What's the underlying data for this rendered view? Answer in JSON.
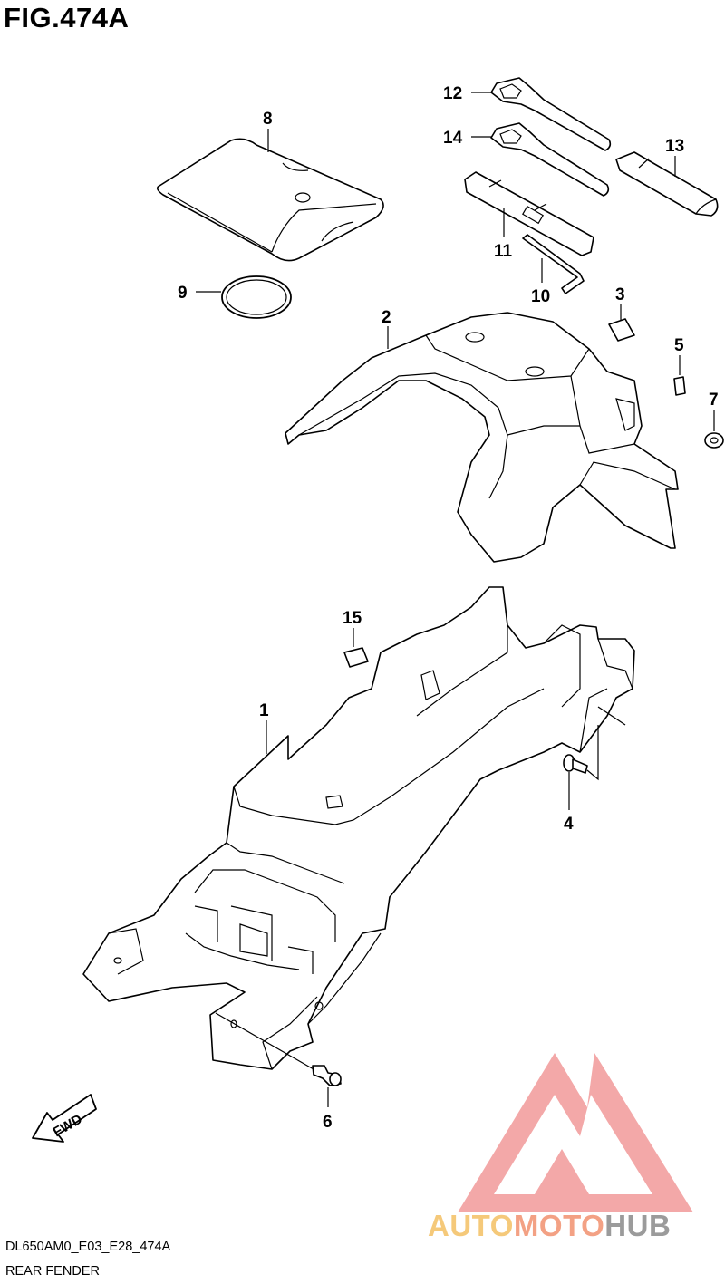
{
  "figure": {
    "title": "FIG.474A",
    "model_code": "DL650AM0_E03_E28_474A",
    "section_name": "REAR FENDER"
  },
  "callouts": [
    "1",
    "2",
    "3",
    "4",
    "5",
    "6",
    "7",
    "8",
    "9",
    "10",
    "11",
    "12",
    "13",
    "14",
    "15"
  ],
  "direction_label": "FWD",
  "watermark": {
    "part1": "AUTO",
    "part2": "MOTO",
    "part3": "HUB",
    "colors": {
      "auto": "#f5c97a",
      "moto": "#f3a184",
      "hub": "#9b9b9b",
      "logo": "#f29a9a"
    }
  }
}
